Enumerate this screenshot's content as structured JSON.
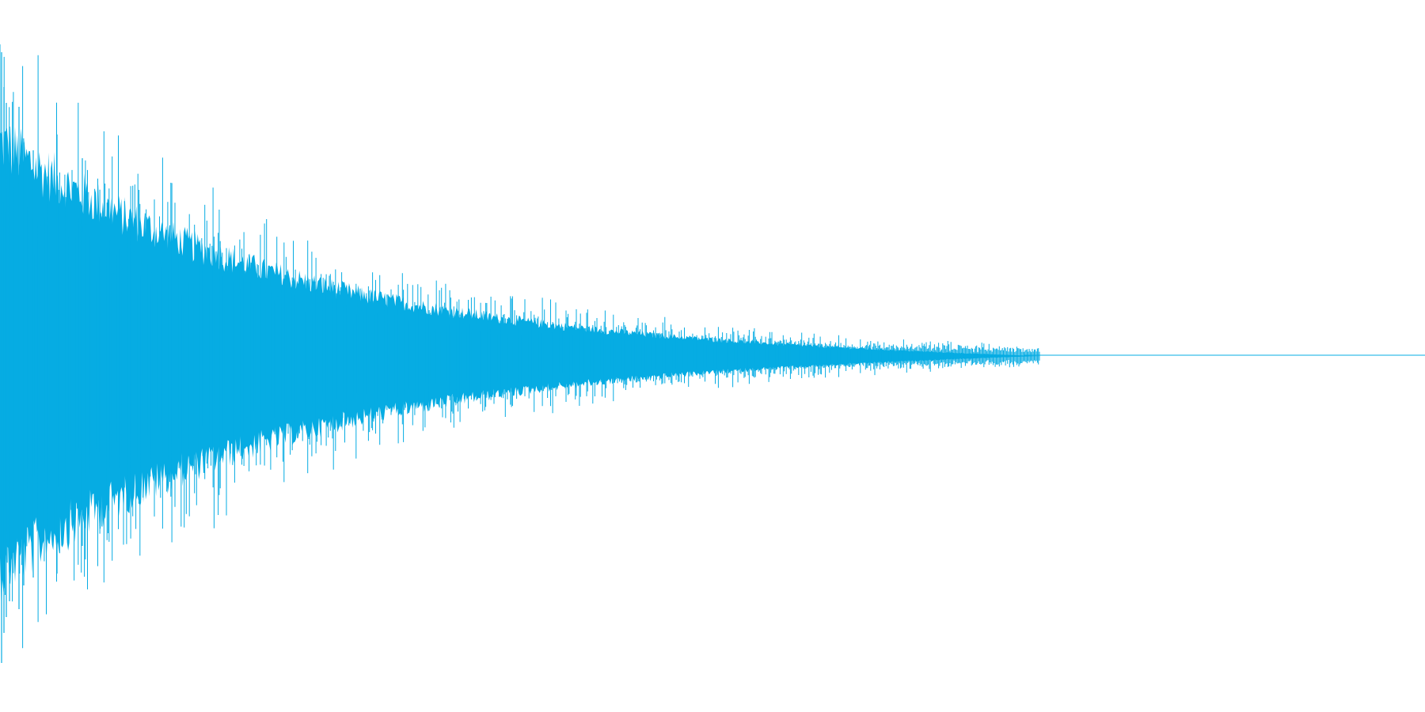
{
  "waveform": {
    "color": "#06ace3",
    "background": "#ffffff",
    "shape": "decaying-audio-envelope",
    "peak_amplitude": 0.97,
    "decay_to_silence_fraction": 0.73,
    "trailing_line_amplitude": 0.0
  }
}
